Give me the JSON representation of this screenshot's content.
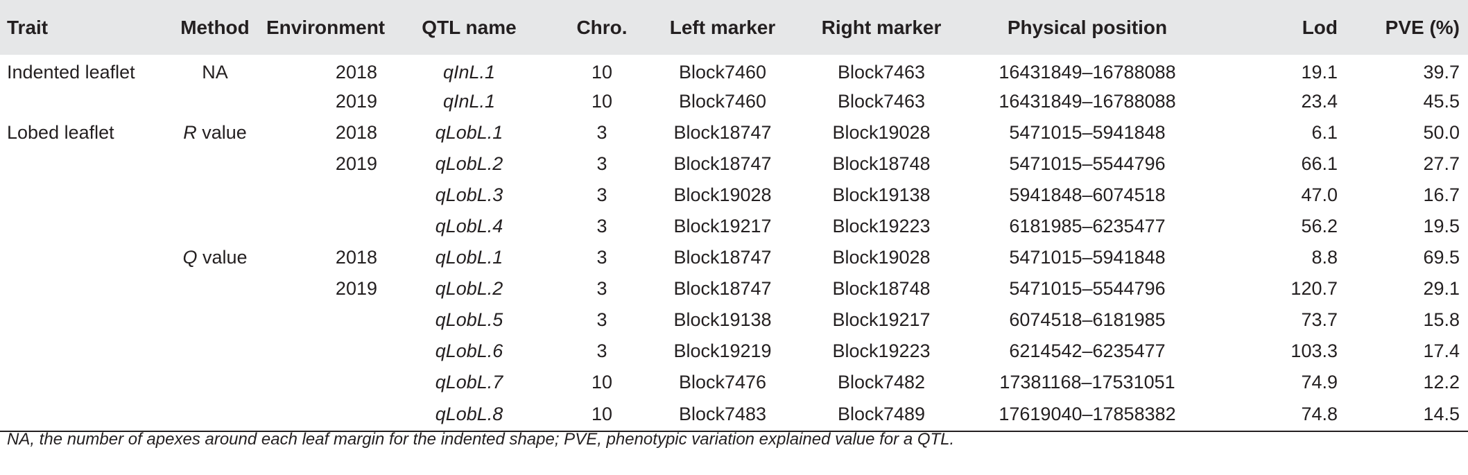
{
  "table": {
    "headers": [
      "Trait",
      "Method",
      "Environment",
      "QTL name",
      "Chro.",
      "Left marker",
      "Right marker",
      "Physical position",
      "Lod",
      "PVE (%)"
    ],
    "rows": [
      {
        "trait": "Indented leaflet",
        "method": "NA",
        "method_italic": "",
        "method_rest": "",
        "environment": "2018",
        "qtl": "qInL.1",
        "chro": "10",
        "left": "Block7460",
        "right": "Block7463",
        "position": "16431849–16788088",
        "lod": "19.1",
        "pve": "39.7"
      },
      {
        "trait": "",
        "method": "",
        "method_italic": "",
        "method_rest": "",
        "environment": "2019",
        "qtl": "qInL.1",
        "chro": "10",
        "left": "Block7460",
        "right": "Block7463",
        "position": "16431849–16788088",
        "lod": "23.4",
        "pve": "45.5"
      },
      {
        "trait": "Lobed leaflet",
        "method": "",
        "method_italic": "R",
        "method_rest": " value",
        "environment": "2018",
        "qtl": "qLobL.1",
        "chro": "3",
        "left": "Block18747",
        "right": "Block19028",
        "position": "5471015–5941848",
        "lod": "6.1",
        "pve": "50.0"
      },
      {
        "trait": "",
        "method": "",
        "method_italic": "",
        "method_rest": "",
        "environment": "2019",
        "qtl": "qLobL.2",
        "chro": "3",
        "left": "Block18747",
        "right": "Block18748",
        "position": "5471015–5544796",
        "lod": "66.1",
        "pve": "27.7"
      },
      {
        "trait": "",
        "method": "",
        "method_italic": "",
        "method_rest": "",
        "environment": "",
        "qtl": "qLobL.3",
        "chro": "3",
        "left": "Block19028",
        "right": "Block19138",
        "position": "5941848–6074518",
        "lod": "47.0",
        "pve": "16.7"
      },
      {
        "trait": "",
        "method": "",
        "method_italic": "",
        "method_rest": "",
        "environment": "",
        "qtl": "qLobL.4",
        "chro": "3",
        "left": "Block19217",
        "right": "Block19223",
        "position": "6181985–6235477",
        "lod": "56.2",
        "pve": "19.5"
      },
      {
        "trait": "",
        "method": "",
        "method_italic": "Q",
        "method_rest": " value",
        "environment": "2018",
        "qtl": "qLobL.1",
        "chro": "3",
        "left": "Block18747",
        "right": "Block19028",
        "position": "5471015–5941848",
        "lod": "8.8",
        "pve": "69.5"
      },
      {
        "trait": "",
        "method": "",
        "method_italic": "",
        "method_rest": "",
        "environment": "2019",
        "qtl": "qLobL.2",
        "chro": "3",
        "left": "Block18747",
        "right": "Block18748",
        "position": "5471015–5544796",
        "lod": "120.7",
        "pve": "29.1"
      },
      {
        "trait": "",
        "method": "",
        "method_italic": "",
        "method_rest": "",
        "environment": "",
        "qtl": "qLobL.5",
        "chro": "3",
        "left": "Block19138",
        "right": "Block19217",
        "position": "6074518–6181985",
        "lod": "73.7",
        "pve": "15.8"
      },
      {
        "trait": "",
        "method": "",
        "method_italic": "",
        "method_rest": "",
        "environment": "",
        "qtl": "qLobL.6",
        "chro": "3",
        "left": "Block19219",
        "right": "Block19223",
        "position": "6214542–6235477",
        "lod": "103.3",
        "pve": "17.4"
      },
      {
        "trait": "",
        "method": "",
        "method_italic": "",
        "method_rest": "",
        "environment": "",
        "qtl": "qLobL.7",
        "chro": "10",
        "left": "Block7476",
        "right": "Block7482",
        "position": "17381168–17531051",
        "lod": "74.9",
        "pve": "12.2"
      },
      {
        "trait": "",
        "method": "",
        "method_italic": "",
        "method_rest": "",
        "environment": "",
        "qtl": "qLobL.8",
        "chro": "10",
        "left": "Block7483",
        "right": "Block7489",
        "position": "17619040–17858382",
        "lod": "74.8",
        "pve": "14.5"
      }
    ]
  },
  "footnote": "NA, the number of apexes around each leaf margin for the indented shape; PVE, phenotypic variation explained value for a QTL.",
  "colors": {
    "header_background": "#e6e7e8",
    "text": "#231f20",
    "rule": "#231f20"
  }
}
